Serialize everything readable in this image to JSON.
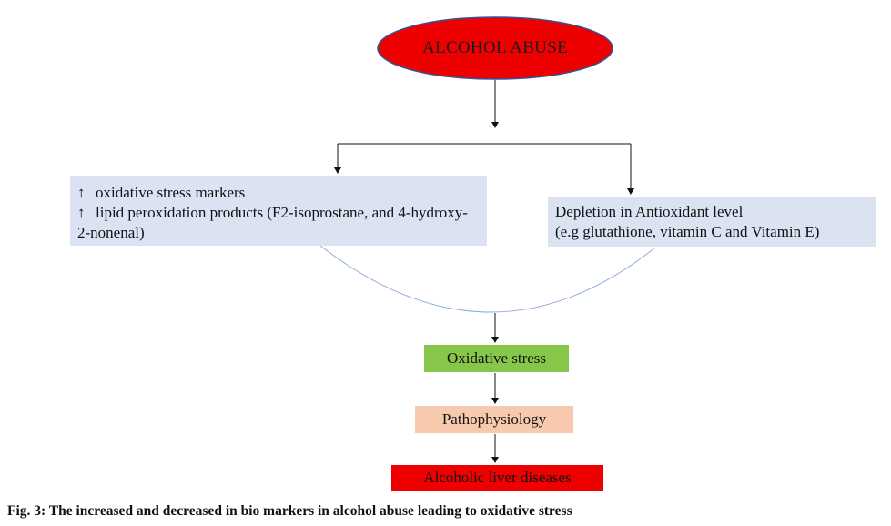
{
  "diagram": {
    "top_node": "ALCOHOL ABUSE",
    "left_box": {
      "line1_arrow": "↑",
      "line1": "oxidative stress markers",
      "line2_arrow": "↑",
      "line2": "lipid peroxidation products (F2-isoprostane, and 4-hydroxy-2-nonenal)"
    },
    "right_box": {
      "line1": "Depletion in Antioxidant level",
      "line2": "(e.g glutathione, vitamin C and Vitamin E)"
    },
    "oxidative_stress": "Oxidative stress",
    "pathophysiology": "Pathophysiology",
    "outcome": "Alcoholic liver diseases"
  },
  "caption": "Fig. 3: The increased and decreased in bio markers in alcohol abuse leading to oxidative stress",
  "colors": {
    "top_node_fill": "#ee0000",
    "top_node_border": "#2f5597",
    "info_box_fill": "#dbe3f3",
    "oxidative_stress_fill": "#86c64a",
    "pathophysiology_fill": "#f7c9ad",
    "outcome_fill": "#ee0000",
    "merge_curve": "#8faadc"
  }
}
